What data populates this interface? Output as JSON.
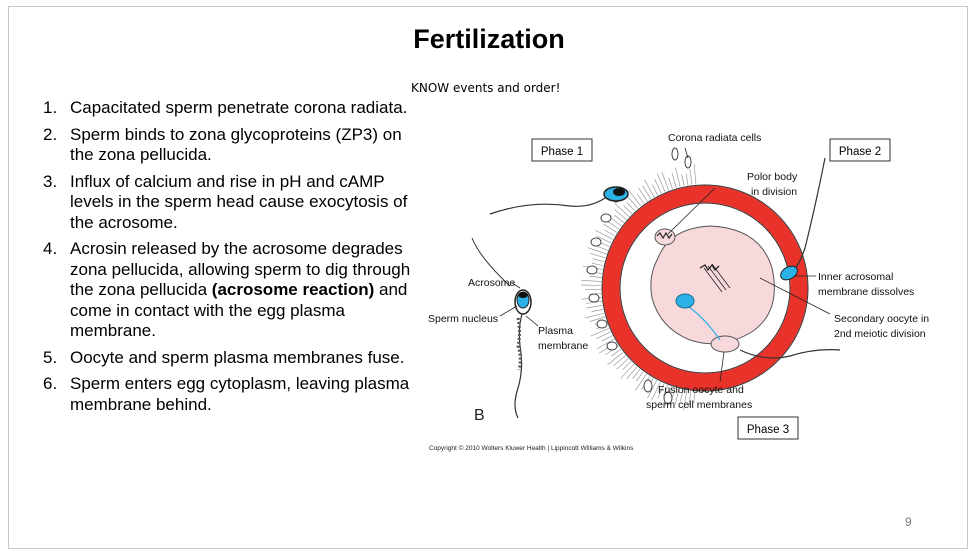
{
  "slide": {
    "title": "Fertilization",
    "note": "KNOW events and order!",
    "page_number": "9",
    "copyright": "Copyright © 2010 Wolters Kluwer Health | Lippincott Williams & Wilkins"
  },
  "steps": [
    {
      "number": "1.",
      "text": "Capacitated sperm penetrate corona radiata."
    },
    {
      "number": "2.",
      "text": "Sperm binds to zona glycoproteins (ZP3) on the zona pellucida."
    },
    {
      "number": "3.",
      "text": "Influx of calcium and rise in pH and cAMP levels in the sperm head cause exocytosis of the acrosome."
    },
    {
      "number": "4.",
      "text_before": "Acrosin released by the acrosome degrades zona pellucida, allowing sperm to dig through the zona pellucida ",
      "text_bold": "(acrosome reaction)",
      "text_after": " and come in contact with the egg plasma membrane."
    },
    {
      "number": "5.",
      "text": "Oocyte and sperm plasma membranes fuse."
    },
    {
      "number": "6.",
      "text": "Sperm enters egg cytoplasm, leaving plasma membrane behind."
    }
  ],
  "diagram": {
    "phase1": "Phase 1",
    "phase2": "Phase 2",
    "phase3": "Phase 3",
    "label_corona": "Corona radiata cells",
    "label_polar_1": "Polor body",
    "label_polar_2": "in division",
    "label_inner_1": "Inner acrosomal",
    "label_inner_2": "membrane dissolves",
    "label_acrosome": "Acrosome",
    "label_sperm_nucleus": "Sperm nucleus",
    "label_plasma_1": "Plasma",
    "label_plasma_2": "membrane",
    "label_secondary_1": "Secondary oocyte in",
    "label_secondary_2": "2nd meiotic division",
    "label_fusion_1": "Fusion oocyte and",
    "label_fusion_2": "sperm cell membranes",
    "panel_letter": "B",
    "colors": {
      "zona": "#e8322a",
      "cytoplasm": "#f7d9dc",
      "sperm_nucleus": "#2bb1e6"
    }
  }
}
